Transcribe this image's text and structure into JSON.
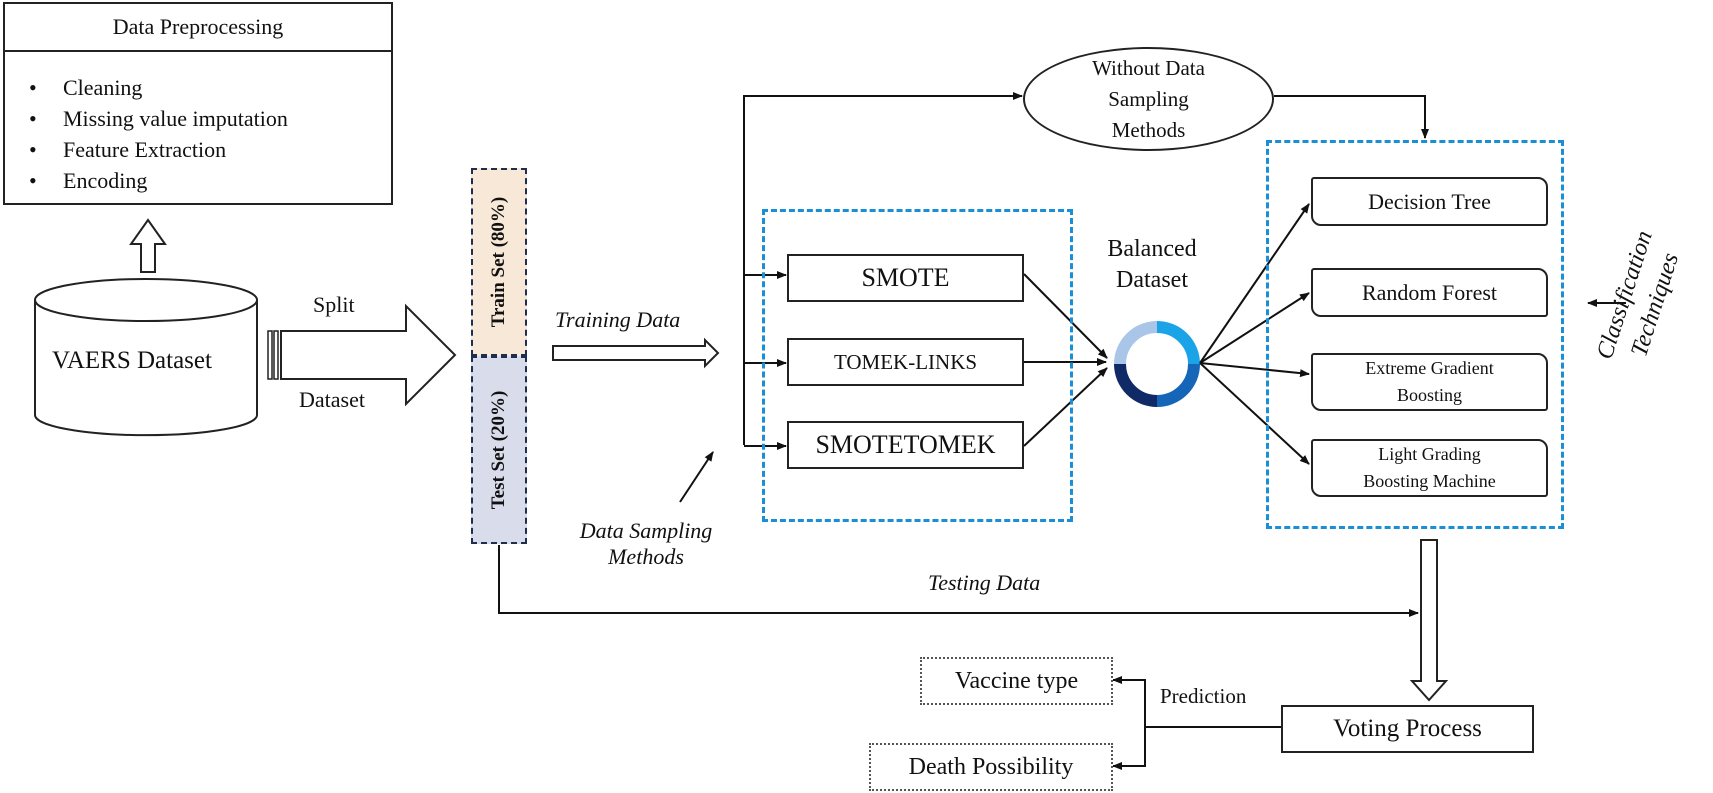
{
  "preprocessing": {
    "title": "Data Preprocessing",
    "items": [
      "Cleaning",
      "Missing value imputation",
      "Feature Extraction",
      "Encoding"
    ],
    "bullet": "•"
  },
  "dataset": {
    "label": "VAERS Dataset",
    "split_top": "Split",
    "split_bottom": "Dataset"
  },
  "split": {
    "train": "Train Set (80%)",
    "test": "Test Set (20%)",
    "train_color": "#f7e8d8",
    "test_color": "#d9dcea"
  },
  "flow_labels": {
    "training_data": "Training Data",
    "data_sampling_methods_line1": "Data Sampling",
    "data_sampling_methods_line2": "Methods",
    "testing_data": "Testing Data",
    "prediction": "Prediction"
  },
  "without_sampling": {
    "line1": "Without Data",
    "line2": "Sampling",
    "line3": "Methods"
  },
  "sampling_methods": [
    "SMOTE",
    "TOMEK-LINKS",
    "SMOTETOMEK"
  ],
  "balanced": {
    "line1": "Balanced",
    "line2": "Dataset",
    "ring_colors": [
      "#a9c6e8",
      "#1aa3e6",
      "#1565b8",
      "#0f2a66"
    ]
  },
  "classifiers": [
    {
      "line1": "Decision Tree",
      "line2": ""
    },
    {
      "line1": "Random Forest",
      "line2": ""
    },
    {
      "line1": "Extreme Gradient",
      "line2": "Boosting"
    },
    {
      "line1": "Light Grading",
      "line2": "Boosting Machine"
    }
  ],
  "classification_label": {
    "line1": "Classification",
    "line2": "Techniques"
  },
  "voting": "Voting Process",
  "outputs": [
    "Vaccine type",
    "Death Possibility"
  ],
  "colors": {
    "accent_dash": "#1a8fd6",
    "stroke": "#222222"
  }
}
